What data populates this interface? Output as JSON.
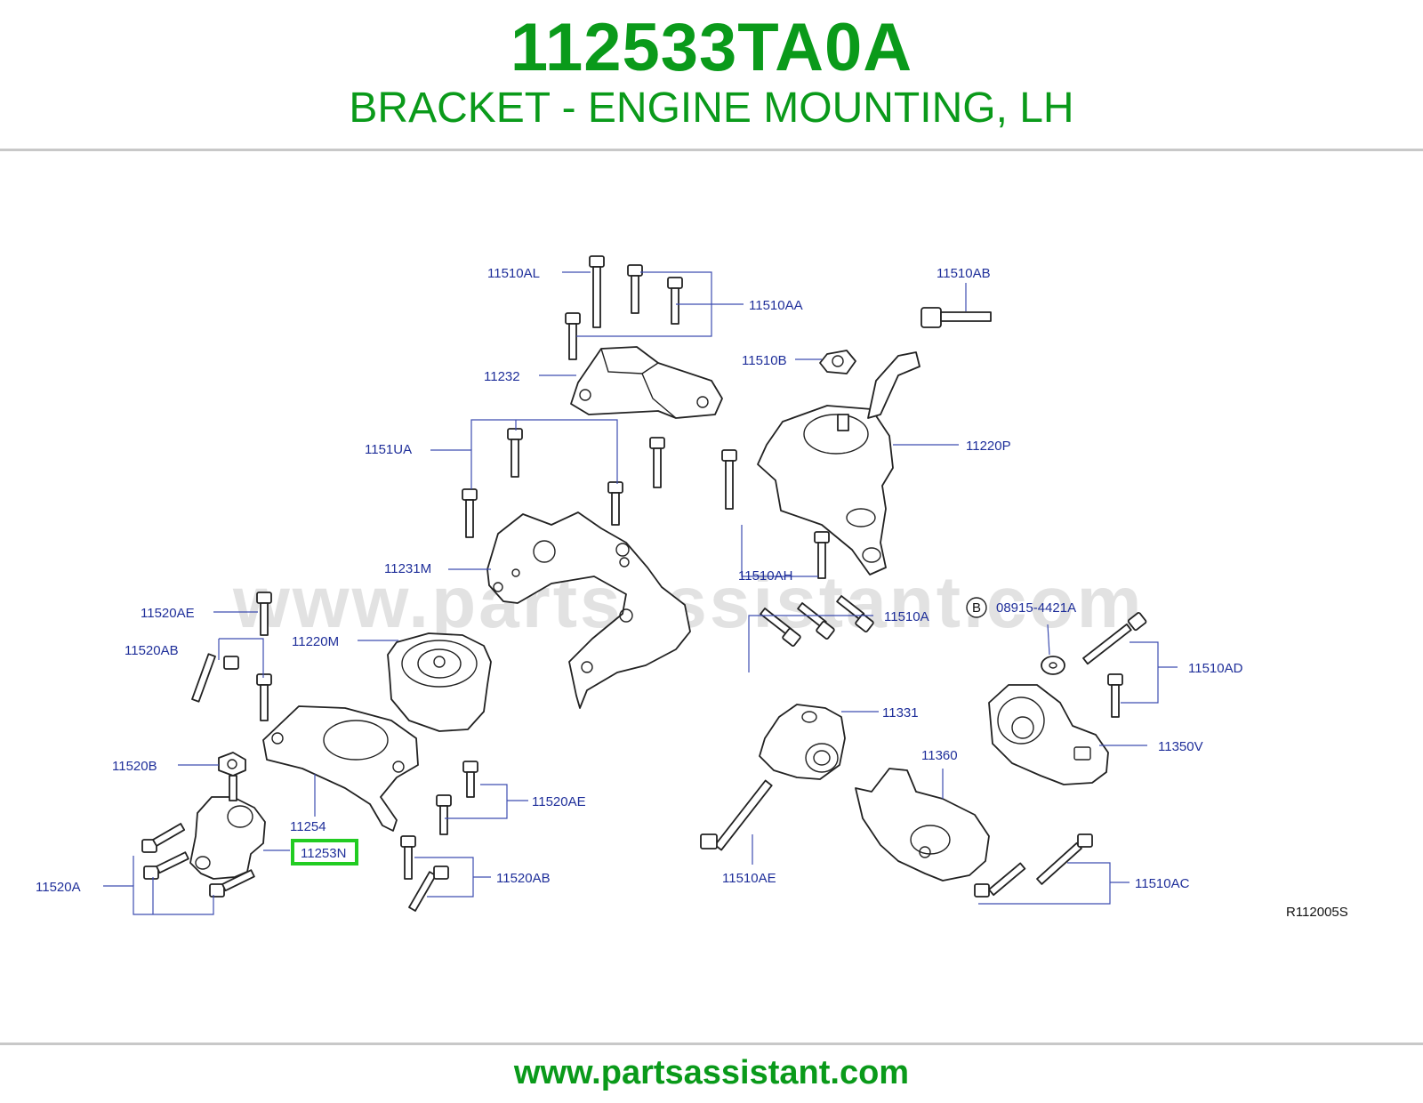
{
  "header": {
    "part_number": "112533TA0A",
    "part_name": "BRACKET - ENGINE MOUNTING, LH"
  },
  "diagram": {
    "watermark": "www.partsassistant.com",
    "diagram_code": "R112005S",
    "highlight_color": "#22cc22",
    "callouts": {
      "c11510AL": "11510AL",
      "c11510AA": "11510AA",
      "c11510AB": "11510AB",
      "c11232": "11232",
      "c11510B": "11510B",
      "c1151UA": "1151UA",
      "c11220P": "11220P",
      "c11231M": "11231M",
      "c11510AH": "11510AH",
      "c11520AE_top": "11520AE",
      "c08915": "08915-4421A",
      "cB": "B",
      "c11510A": "11510A",
      "c11520AB_top": "11520AB",
      "c11220M": "11220M",
      "c11510AD": "11510AD",
      "c11331": "11331",
      "c11350V": "11350V",
      "c11520B": "11520B",
      "c11360": "11360",
      "c11520AE_bottom": "11520AE",
      "c11254": "11254",
      "c11253N": "11253N",
      "c11520AB_bottom": "11520AB",
      "c11510AE": "11510AE",
      "c11510AC": "11510AC",
      "c11520A": "11520A"
    }
  },
  "footer": {
    "url": "www.partsassistant.com"
  }
}
